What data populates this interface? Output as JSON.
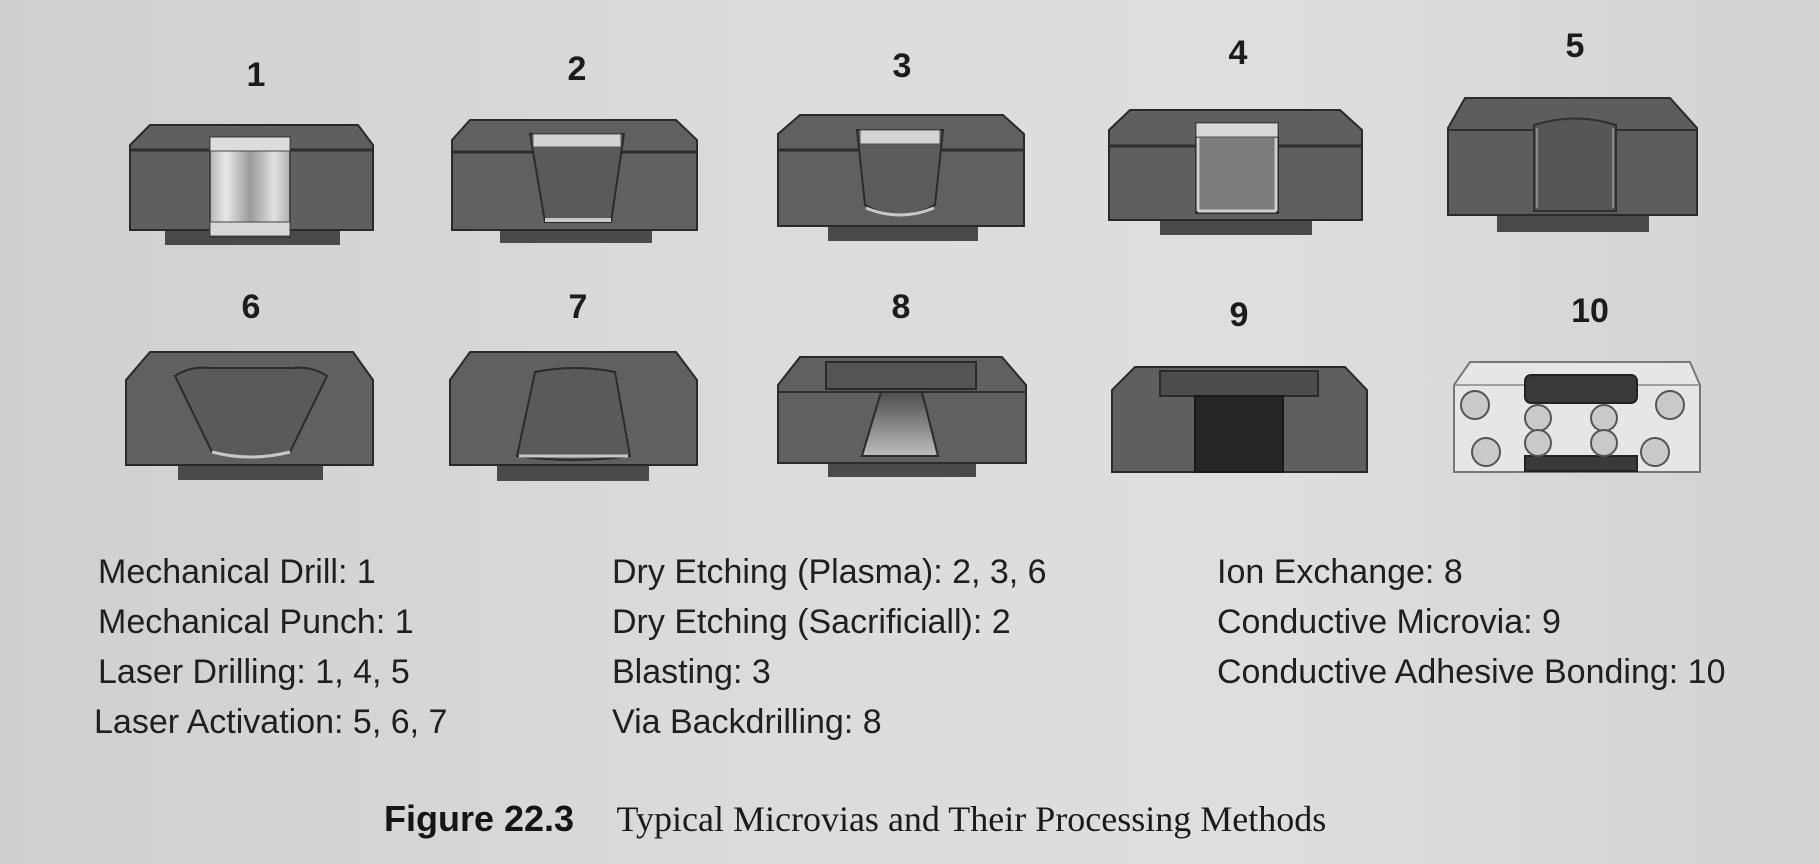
{
  "vias": [
    {
      "number": "1"
    },
    {
      "number": "2"
    },
    {
      "number": "3"
    },
    {
      "number": "4"
    },
    {
      "number": "5"
    },
    {
      "number": "6"
    },
    {
      "number": "7"
    },
    {
      "number": "8"
    },
    {
      "number": "9"
    },
    {
      "number": "10"
    }
  ],
  "legend": {
    "column1": [
      "Mechanical Drill: 1",
      "Mechanical Punch: 1",
      "Laser Drilling: 1, 4, 5",
      "Laser Activation: 5, 6, 7"
    ],
    "column2": [
      "Dry Etching (Plasma): 2, 3, 6",
      "Dry Etching (Sacrificiall): 2",
      "Blasting: 3",
      "Via Backdrilling: 8"
    ],
    "column3": [
      "Ion Exchange: 8",
      "Conductive Microvia: 9",
      "Conductive Adhesive Bonding: 10"
    ]
  },
  "caption": {
    "label": "Figure 22.3",
    "title": "Typical Microvias and Their Processing Methods"
  },
  "colors": {
    "page_background": "#d9d9d9",
    "dielectric": "#5e5e5e",
    "copper_pad": "#4a4a4a",
    "plating_highlight": "#c8c8c8",
    "conductive_fill": "#262626"
  }
}
